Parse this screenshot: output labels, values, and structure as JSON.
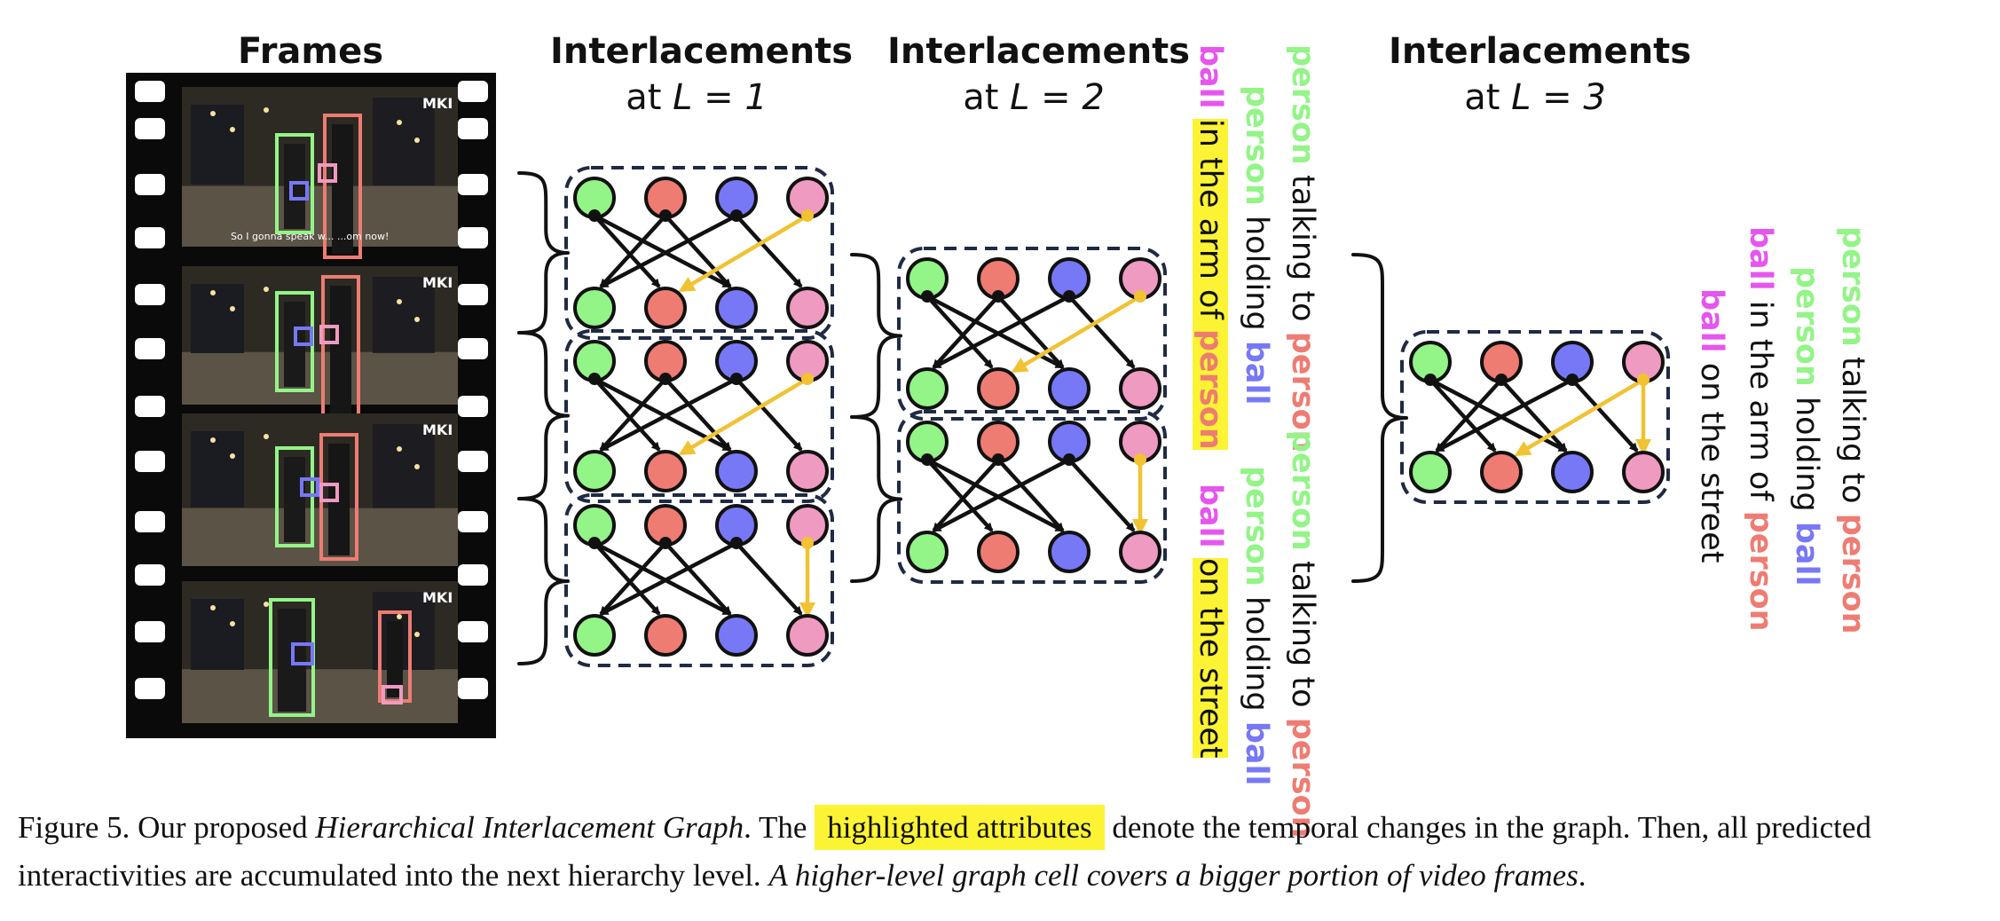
{
  "headers": {
    "frames": "Frames",
    "l1": {
      "title": "Interlacements",
      "prefix": "at ",
      "var": "L = 1"
    },
    "l2": {
      "title": "Interlacements",
      "prefix": "at ",
      "var": "L = 2"
    },
    "l3": {
      "title": "Interlacements",
      "prefix": "at ",
      "var": "L = 3"
    }
  },
  "colors": {
    "green": "#93f487",
    "red": "#ee7c72",
    "blue": "#7778f5",
    "pink": "#ef9ac1",
    "arrow_gold": "#f1c232",
    "highlight": "#fbf334",
    "magenta": "#e655ee",
    "dash": "#1f2a44"
  },
  "frame_subtitle": "So I gonna speak w... ...om now!",
  "frame_watermark": "MKI",
  "labels": {
    "l2_top": [
      {
        "ent1": "person",
        "rel": "talking to",
        "ent2": "person"
      },
      {
        "ent1": "person",
        "rel": "holding",
        "ent2": "ball"
      },
      {
        "ent1": "ball",
        "rel": "in the arm of",
        "ent2": "person"
      }
    ],
    "l2_bottom": [
      {
        "ent1": "person",
        "rel": "talking to",
        "ent2": "person"
      },
      {
        "ent1": "person",
        "rel": "holding",
        "ent2": "ball"
      },
      {
        "ent1": "ball",
        "rel": "on the street"
      }
    ],
    "l3": [
      {
        "ent1": "person",
        "rel": "talking to",
        "ent2": "person"
      },
      {
        "ent1": "person",
        "rel": "holding",
        "ent2": "ball"
      },
      {
        "ent1": "ball",
        "rel": "in the arm of",
        "ent2": "person"
      },
      {
        "ent1": "ball",
        "rel": "on the street"
      }
    ]
  },
  "caption": {
    "p1": "Figure 5. Our proposed ",
    "p1_italic": "Hierarchical Interlacement Graph",
    "p2": ". The ",
    "highlight": "highlighted attributes",
    "p3": " denote the temporal changes in the graph. Then, all predicted interactivities are accumulated into the next hierarchy level. ",
    "p4_italic": "A higher-level graph cell covers a bigger portion of video frames",
    "p5": "."
  }
}
